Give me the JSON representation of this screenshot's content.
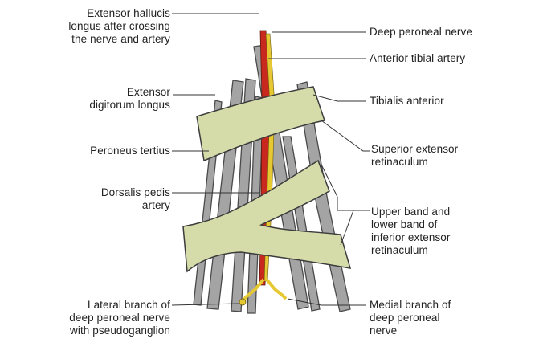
{
  "diagram": {
    "labels_left": [
      {
        "id": "ehl",
        "text": "Extensor hallucis\nlongus after crossing\nthe nerve and artery"
      },
      {
        "id": "edl",
        "text": "Extensor\ndigitorum longus"
      },
      {
        "id": "pt",
        "text": "Peroneus tertius"
      },
      {
        "id": "dpa",
        "text": "Dorsalis pedis\nartery"
      },
      {
        "id": "lat",
        "text": "Lateral branch of\ndeep peroneal nerve\nwith pseudoganglion"
      }
    ],
    "labels_right": [
      {
        "id": "dpn",
        "text": "Deep peroneal nerve"
      },
      {
        "id": "ata",
        "text": "Anterior tibial artery"
      },
      {
        "id": "ta",
        "text": "Tibialis anterior"
      },
      {
        "id": "ser",
        "text": "Superior extensor\nretinaculum"
      },
      {
        "id": "ier",
        "text": "Upper band and\nlower band of\ninferior extensor\nretinaculum"
      },
      {
        "id": "med",
        "text": "Medial branch of\ndeep peroneal\nnerve"
      }
    ],
    "colors": {
      "tendon": "#a4a4a4",
      "tendon_edge": "#4a4a4a",
      "retinaculum": "#d5dcaa",
      "retinaculum_edge": "#3c3c3c",
      "artery": "#c8281e",
      "nerve": "#e6c832",
      "leader": "#333333"
    }
  }
}
